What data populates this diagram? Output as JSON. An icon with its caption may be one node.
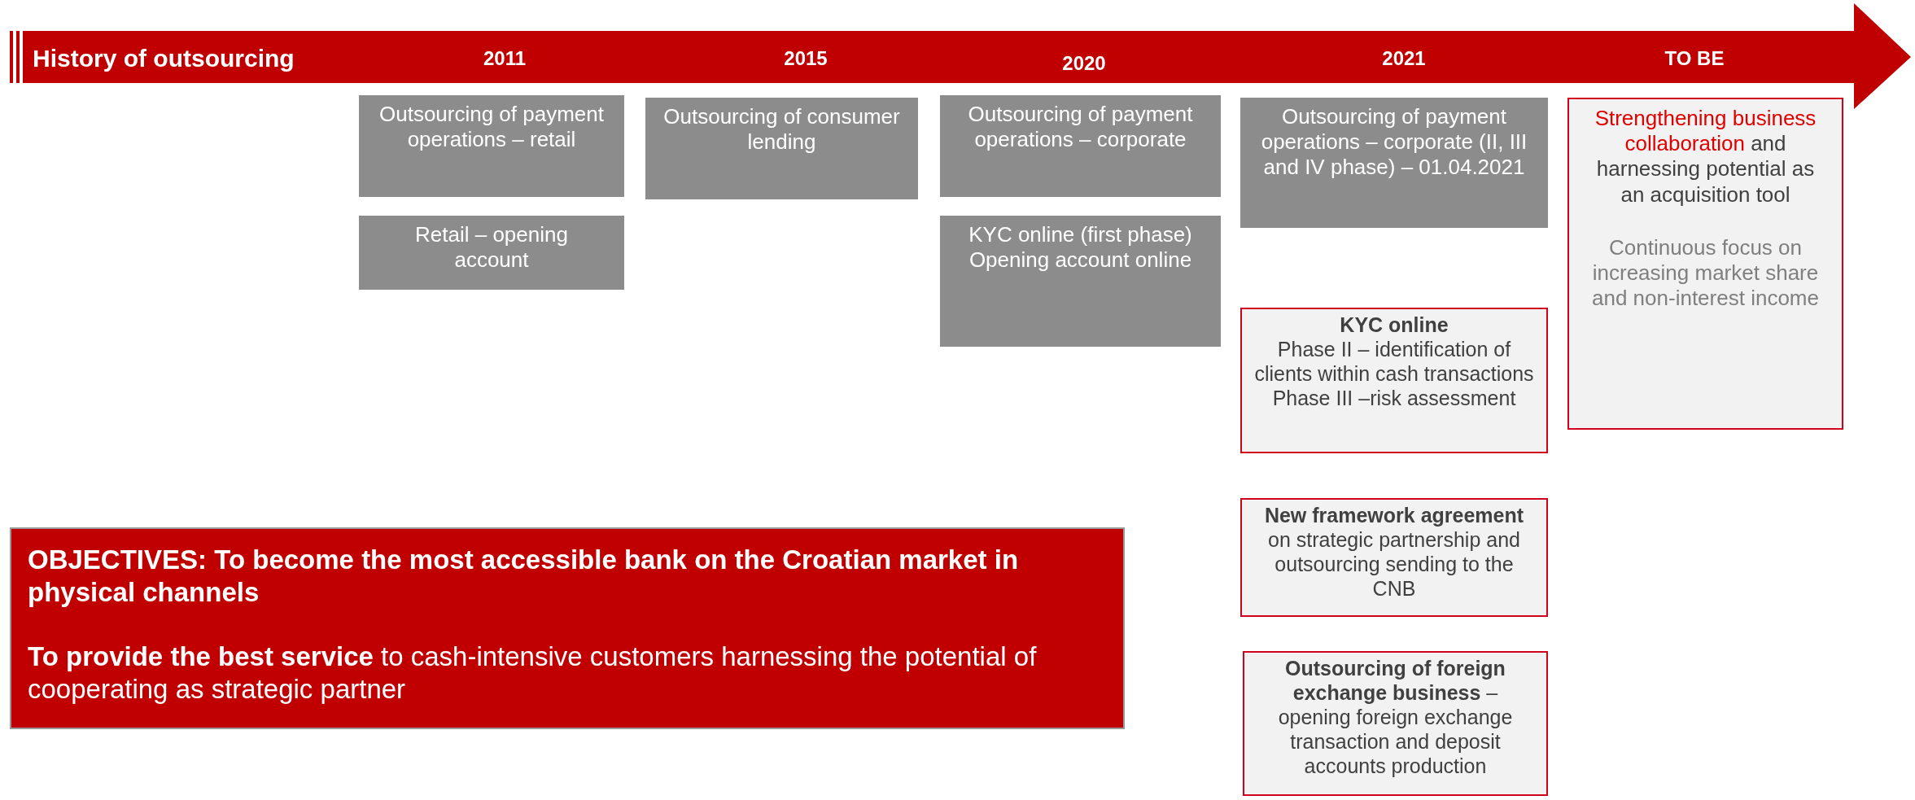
{
  "diagram": {
    "nodes": [
      {
        "text": [
          "History of outsourcing"
        ]
      },
      {
        "text": [
          "Outsourcing of payment operations – retail"
        ]
      },
      {
        "text": [
          "Retail – opening account"
        ]
      },
      {
        "text": [
          "Outsourcing of consumer lending"
        ]
      },
      {
        "text": [
          "Outsourcing of payment operations – corporate"
        ]
      },
      {
        "text": [
          "KYC online (first phase)",
          "Opening account online"
        ]
      },
      {
        "text": [
          "Outsourcing of  payment operations – corporate (II, III and IV phase) – 01.04.2021"
        ]
      },
      {
        "text": [
          "**KYC online**",
          "Phase II – identification of clients within cash transactions",
          "Phase III –risk assessment"
        ]
      },
      {
        "text": [
          "**New framework agreement** on strategic partnership and outsourcing sending to the CNB"
        ]
      },
      {
        "text": [
          "**Outsourcing of foreign exchange business** – opening foreign exchange transaction and deposit accounts production"
        ]
      },
      {
        "text": [
          "Strengthening business collaboration",
          "and harnessing potential as an acquisition tool",
          "Continuous focus on increasing market share and non-interest income"
        ]
      },
      {
        "text": [
          "OBJECTIVES: To become the most accessible bank on the Croatian market in physical channels",
          "**To provide the best service** to cash-intensive customers harnessing the potential of cooperating as strategic partner"
        ]
      }
    ],
    "labels": [
      "2011",
      "2015",
      "2020",
      "2021",
      "TO BE"
    ]
  }
}
